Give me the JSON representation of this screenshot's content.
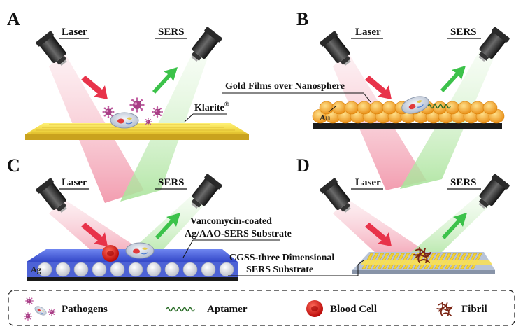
{
  "panels": [
    {
      "letter": "A",
      "laser": "Laser",
      "sers": "SERS",
      "substrate_label": "Klarite",
      "substrate_mark": "®",
      "metal": ""
    },
    {
      "letter": "B",
      "laser": "Laser",
      "sers": "SERS",
      "substrate_label": "Gold Films over Nanosphere",
      "metal": "Au"
    },
    {
      "letter": "C",
      "laser": "Laser",
      "sers": "SERS",
      "substrate_label_1": "Vancomycin-coated",
      "substrate_label_2": "Ag/AAO-SERS Substrate",
      "metal": "Ag"
    },
    {
      "letter": "D",
      "laser": "Laser",
      "sers": "SERS",
      "substrate_label_1": "CGSS-three Dimensional",
      "substrate_label_2": "SERS Substrate"
    }
  ],
  "legend": {
    "items": [
      {
        "label": "Pathogens",
        "icon": "pathogens-icon"
      },
      {
        "label": "Aptamer",
        "icon": "aptamer-icon"
      },
      {
        "label": "Blood Cell",
        "icon": "blood-cell-icon"
      },
      {
        "label": "Fibril",
        "icon": "fibril-icon"
      }
    ]
  },
  "colors": {
    "laser_beam": "#f4a6b8",
    "sers_beam": "#b9e7a8",
    "laser_arrow": "#e8334a",
    "sers_arrow": "#3cc24a",
    "gold": "#f0d640",
    "gold_beads": "#f5a623",
    "blue_substrate": "#4a63d8",
    "blood_cell": "#e01818",
    "pathogen": "#b0478d",
    "fibril": "#8a2a1c"
  }
}
